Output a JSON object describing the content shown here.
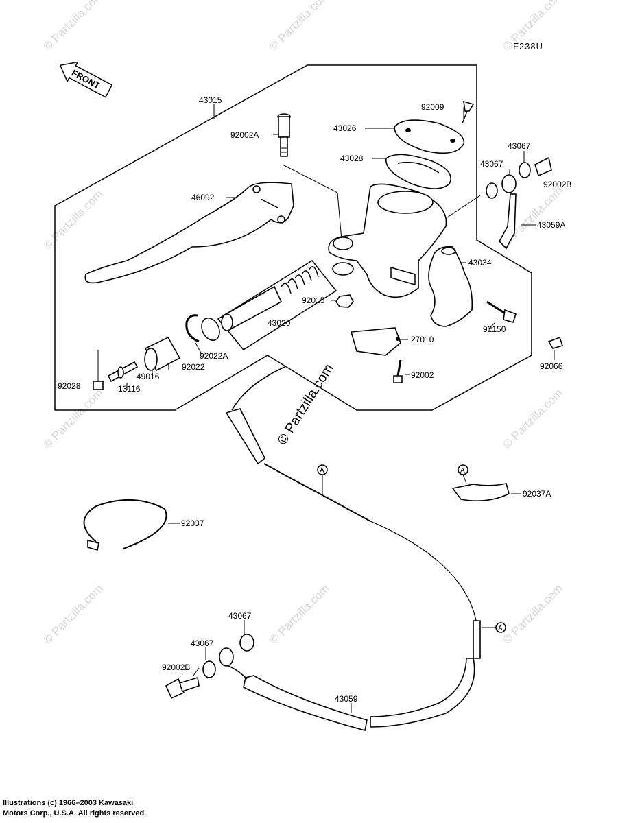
{
  "figure_code": "F238U",
  "front_label": "FRONT",
  "callout_marker": "A",
  "watermark_text": "© Partzilla.com",
  "center_watermark_text": "© Partzilla.com",
  "copyright": "Illustrations (c) 1966–2003 Kawasaki\nMotors Corp., U.S.A.  All rights reserved.",
  "parts": [
    {
      "id": "43015",
      "label": "43015"
    },
    {
      "id": "92009",
      "label": "92009"
    },
    {
      "id": "43026",
      "label": "43026"
    },
    {
      "id": "92002A",
      "label": "92002A"
    },
    {
      "id": "43028",
      "label": "43028"
    },
    {
      "id": "43067-top",
      "label": "43067"
    },
    {
      "id": "43067-mid",
      "label": "43067"
    },
    {
      "id": "92002B-top",
      "label": "92002B"
    },
    {
      "id": "46092",
      "label": "46092"
    },
    {
      "id": "43059A",
      "label": "43059A"
    },
    {
      "id": "43034",
      "label": "43034"
    },
    {
      "id": "92015",
      "label": "92015"
    },
    {
      "id": "43020",
      "label": "43020"
    },
    {
      "id": "92150",
      "label": "92150"
    },
    {
      "id": "27010",
      "label": "27010"
    },
    {
      "id": "92022A",
      "label": "92022A"
    },
    {
      "id": "92022",
      "label": "92022"
    },
    {
      "id": "92066",
      "label": "92066"
    },
    {
      "id": "92028",
      "label": "92028"
    },
    {
      "id": "49016",
      "label": "49016"
    },
    {
      "id": "92002",
      "label": "92002"
    },
    {
      "id": "13116",
      "label": "13116"
    },
    {
      "id": "92037A",
      "label": "92037A"
    },
    {
      "id": "92037",
      "label": "92037"
    },
    {
      "id": "43067-bot1",
      "label": "43067"
    },
    {
      "id": "43067-bot2",
      "label": "43067"
    },
    {
      "id": "92002B-bot",
      "label": "92002B"
    },
    {
      "id": "43059",
      "label": "43059"
    }
  ]
}
